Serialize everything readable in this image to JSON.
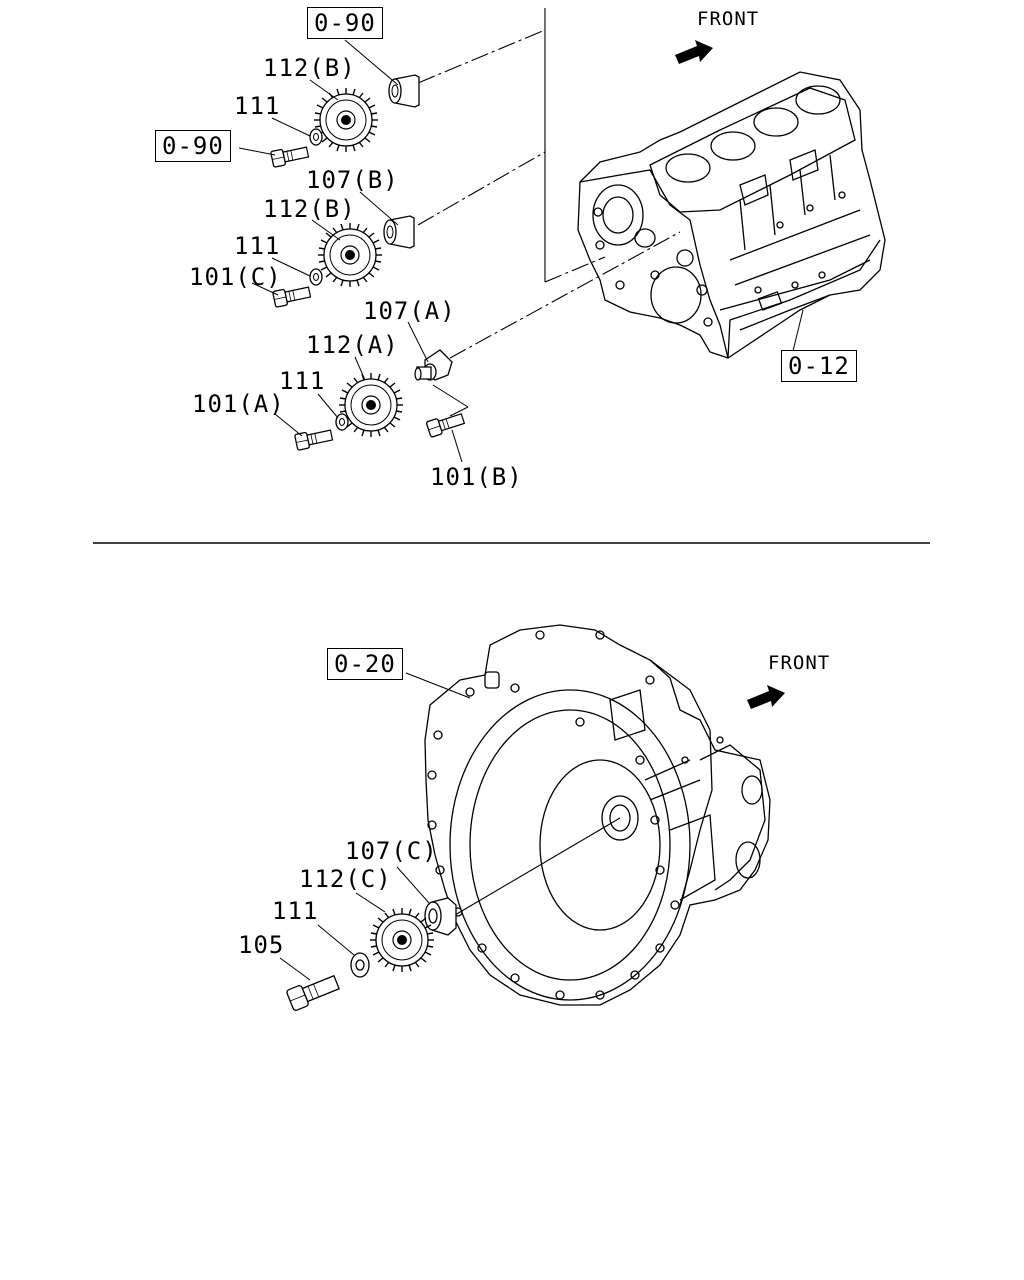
{
  "diagram": {
    "upper": {
      "front_label": "FRONT",
      "refs": {
        "r090_top": "0-90",
        "r090_left": "0-90",
        "r012": "0-12"
      },
      "labels": {
        "l112b_1": "112(B)",
        "l111_1": "111",
        "l107b": "107(B)",
        "l112b_2": "112(B)",
        "l111_2": "111",
        "l101c": "101(C)",
        "l107a": "107(A)",
        "l112a": "112(A)",
        "l111_3": "111",
        "l101a": "101(A)",
        "l101b": "101(B)"
      }
    },
    "lower": {
      "front_label": "FRONT",
      "refs": {
        "r020": "0-20"
      },
      "labels": {
        "l107c": "107(C)",
        "l112c": "112(C)",
        "l111": "111",
        "l105": "105"
      }
    }
  }
}
